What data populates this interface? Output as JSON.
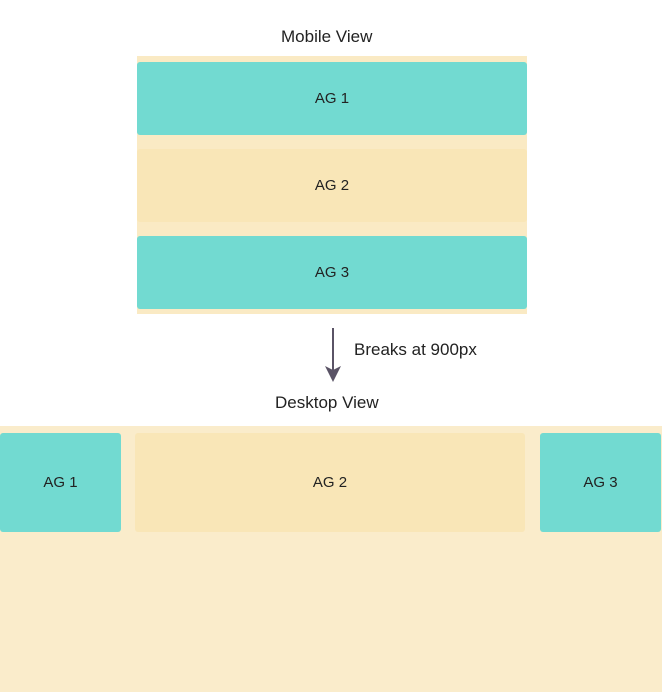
{
  "mobile": {
    "title": "Mobile View",
    "areas": [
      "AG 1",
      "AG 2",
      "AG 3"
    ]
  },
  "transition": {
    "label": "Breaks at 900px",
    "arrow_icon": "arrow-down-icon"
  },
  "desktop": {
    "title": "Desktop View",
    "areas": [
      "AG 1",
      "AG 2",
      "AG 3"
    ]
  },
  "colors": {
    "teal": "#72dad1",
    "sand": "#f9e6b7",
    "background_sand": "#faeccb",
    "arrow": "#5a5366"
  }
}
